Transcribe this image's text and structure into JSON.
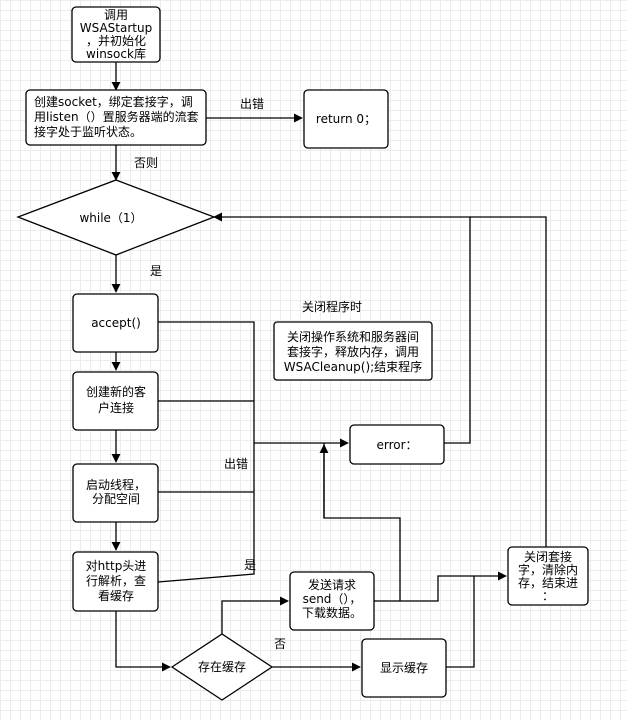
{
  "nodes": {
    "wsa": {
      "lines": [
        "调用",
        "WSAStartup",
        "，并初始化",
        "winsock库"
      ]
    },
    "socket": {
      "lines": [
        "创建socket，绑定套接字，调",
        "用listen（）置服务器端的流套",
        "接字处于监听状态。"
      ]
    },
    "return0": {
      "lines": [
        "return 0；"
      ]
    },
    "while": {
      "lines": [
        "while（1）"
      ]
    },
    "accept": {
      "lines": [
        "accept()"
      ]
    },
    "newclient": {
      "lines": [
        "创建新的客",
        "户连接"
      ]
    },
    "thread": {
      "lines": [
        "启动线程，",
        "分配空间"
      ]
    },
    "http": {
      "lines": [
        "对http头进",
        "行解析，查",
        "看缓存"
      ]
    },
    "cache": {
      "lines": [
        "存在缓存"
      ]
    },
    "send": {
      "lines": [
        "发送请求",
        "send（），",
        "下载数据。"
      ]
    },
    "show": {
      "lines": [
        "显示缓存"
      ]
    },
    "error": {
      "lines": [
        "error："
      ]
    },
    "close": {
      "lines": [
        "关闭套接",
        "字，清除内",
        "存，结束进",
        "："
      ]
    },
    "note": {
      "lines": [
        "关闭操作系统和服务器间",
        "套接字，释放内存，调用",
        "WSACleanup();结束程序"
      ]
    }
  },
  "labels": {
    "err1": "出错",
    "else": "否则",
    "yes1": "是",
    "closing": "关闭程序时",
    "err2": "出错",
    "yes2": "是",
    "no": "否"
  }
}
